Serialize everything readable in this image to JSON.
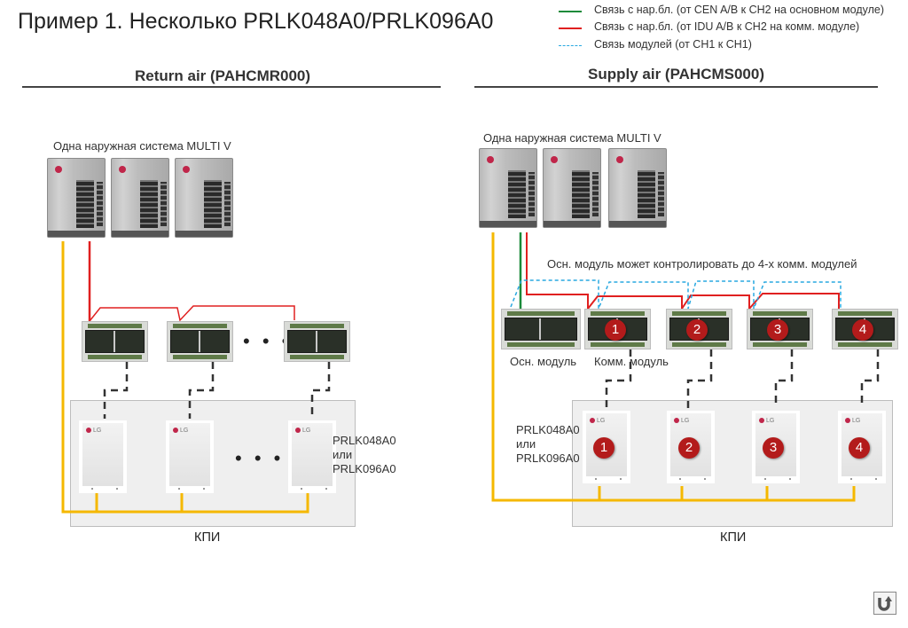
{
  "title": "Пример 1. Несколько PRLK048A0/PRLK096A0",
  "legend": [
    {
      "label": "Связь с нар.бл. (от CEN A/B к CH2 на основном модуле)",
      "color": "#1a8a3a",
      "style": "solid"
    },
    {
      "label": "Связь с нар.бл. (от IDU A/B к CH2 на комм. модуле)",
      "color": "#e02020",
      "style": "solid"
    },
    {
      "label": "Связь модулей (от CH1 к CH1)",
      "color": "#29a8e0",
      "style": "dashed"
    }
  ],
  "left_section": {
    "heading": "Return air (PAHCMR000)",
    "outdoor_caption": "Одна наружная система MULTI V",
    "outdoor_unit_logo": "LG",
    "ellipsis": "• • •",
    "model_text": [
      "PRLK048A0",
      "или",
      "PRLK096A0"
    ],
    "kpi_label": "КПИ",
    "unit_logo": "LG"
  },
  "right_section": {
    "heading": "Supply air (PAHCMS000)",
    "outdoor_caption": "Одна наружная система MULTI V",
    "outdoor_unit_logo": "LG",
    "note": "Осн. модуль может контролировать до 4-х комм. модулей",
    "main_module_label": "Осн. модуль",
    "comm_module_label": "Комм. модуль",
    "module_numbers": [
      "1",
      "2",
      "3",
      "4"
    ],
    "unit_numbers": [
      "1",
      "2",
      "3",
      "4"
    ],
    "model_text": [
      "PRLK048A0",
      "или",
      "PRLK096A0"
    ],
    "kpi_label": "КПИ",
    "unit_logo": "LG"
  },
  "colors": {
    "power_line": "#f5b800",
    "green_link": "#1a8a3a",
    "red_link": "#e02020",
    "blue_link": "#29a8e0",
    "control_dashed": "#333333",
    "badge": "#b31b1b"
  },
  "icons": {
    "back": "u-turn-arrow-icon"
  }
}
